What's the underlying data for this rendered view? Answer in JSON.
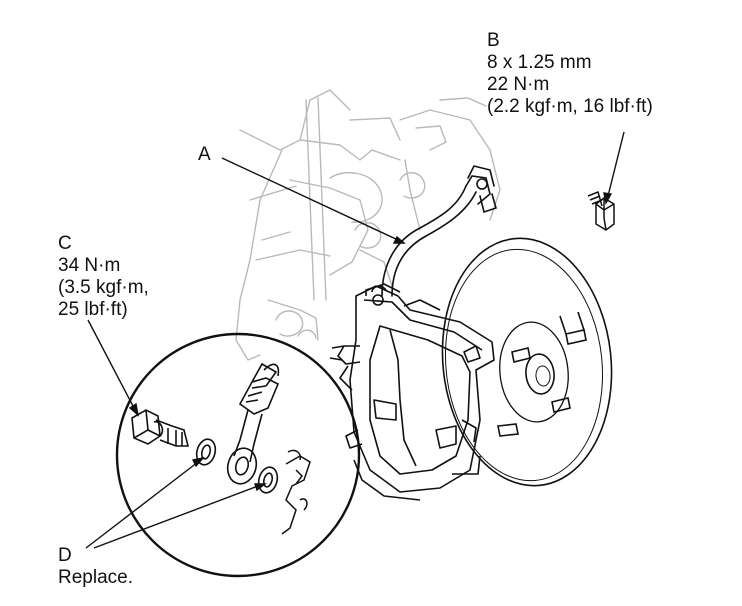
{
  "callouts": {
    "a": {
      "letter": "A"
    },
    "b": {
      "letter": "B",
      "size": "8 x 1.25 mm",
      "torque": "22 N·m",
      "torque_alt": "(2.2 kgf·m, 16 lbf·ft)"
    },
    "c": {
      "letter": "C",
      "torque": "34 N·m",
      "torque_alt_1": "(3.5 kgf·m,",
      "torque_alt_2": "25 lbf·ft)"
    },
    "d": {
      "letter": "D",
      "note": "Replace."
    }
  },
  "colors": {
    "ink": "#111111",
    "ghost": "#b9b9b9",
    "background": "#ffffff"
  }
}
